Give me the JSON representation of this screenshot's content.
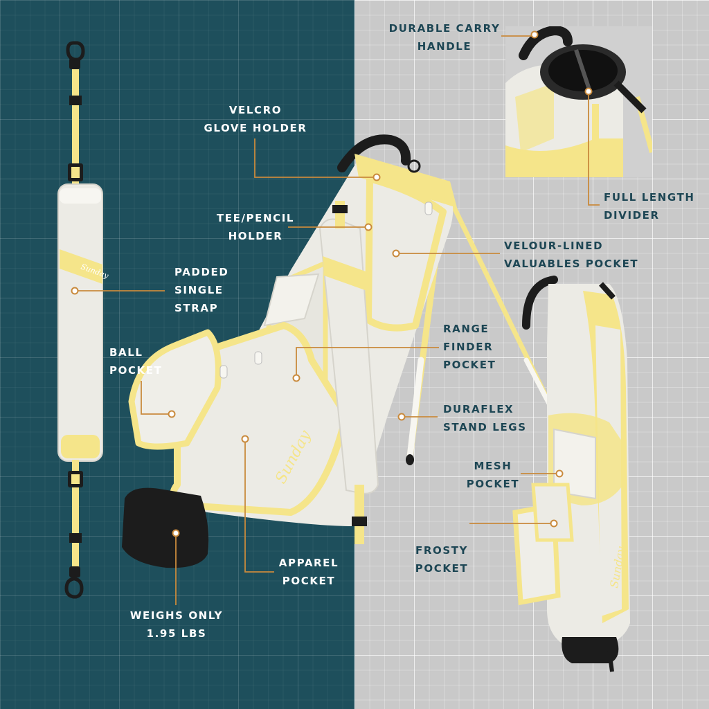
{
  "colors": {
    "panel_left": "#1e4f5c",
    "panel_right": "#c9c9c9",
    "label_on_dark": "#ffffff",
    "label_on_light": "#1d4654",
    "leader_line": "#c98a3c",
    "bag_body": "#ecebe5",
    "bag_accent": "#f5e58a",
    "trim_black": "#1c1c1c"
  },
  "brand": {
    "wordmark": "Sunday"
  },
  "callouts": {
    "durable_carry_handle": "DURABLE CARRY\nHANDLE",
    "velcro_glove_holder": "VELCRO\nGLOVE HOLDER",
    "full_length_divider": "FULL LENGTH\nDIVIDER",
    "tee_pencil_holder": "TEE/PENCIL\nHOLDER",
    "velour_lined_pocket": "VELOUR-LINED\nVALUABLES POCKET",
    "padded_single_strap": "PADDED\nSINGLE\nSTRAP",
    "range_finder_pocket": "RANGE\nFINDER\nPOCKET",
    "ball_pocket": "BALL\nPOCKET",
    "duraflex_stand_legs": "DURAFLEX\nSTAND LEGS",
    "mesh_pocket": "MESH\nPOCKET",
    "frosty_pocket": "FROSTY\nPOCKET",
    "apparel_pocket": "APPAREL\nPOCKET",
    "weighs_only": "WEIGHS ONLY\n1.95 LBS"
  }
}
